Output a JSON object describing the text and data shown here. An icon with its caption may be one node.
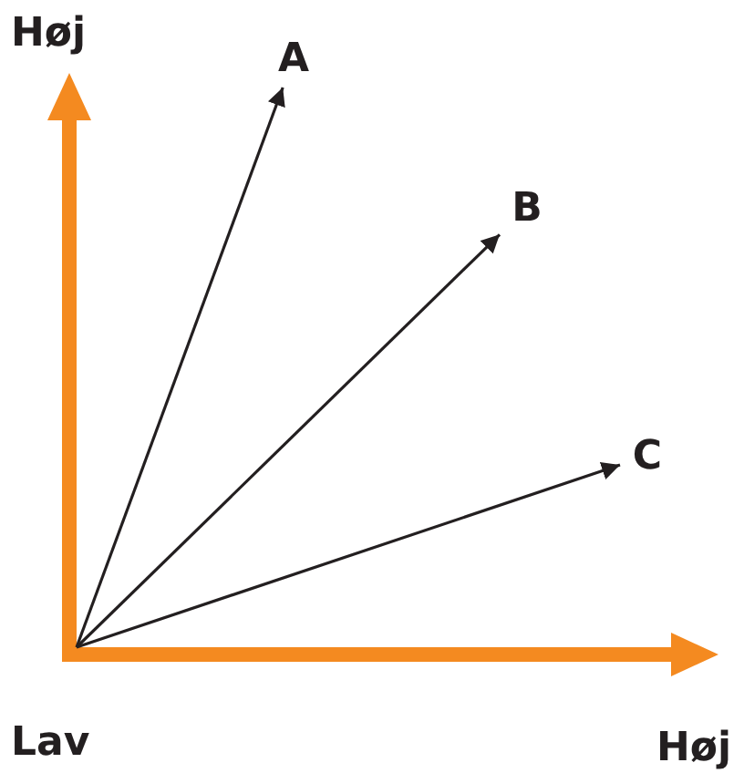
{
  "diagram": {
    "nodes": [
      {
        "text": [
          "A"
        ]
      },
      {
        "text": [
          "B"
        ]
      },
      {
        "text": [
          "C"
        ]
      }
    ],
    "edges": [
      {
        "from": null,
        "to": 0,
        "arrow": "to"
      },
      {
        "from": null,
        "to": 1,
        "arrow": "to"
      },
      {
        "from": null,
        "to": 2,
        "arrow": "to"
      }
    ],
    "labels": [
      "Høj",
      "Lav",
      "Høj"
    ]
  }
}
